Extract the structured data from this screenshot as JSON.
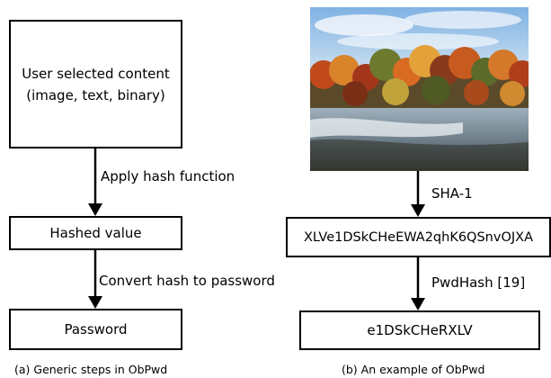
{
  "left": {
    "content_box": [
      "User selected content",
      "(image, text, binary)"
    ],
    "step1_label": "Apply hash function",
    "hashed_box": "Hashed value",
    "step2_label": "Convert hash to password",
    "password_box": "Password",
    "caption": "(a) Generic steps in ObPwd"
  },
  "right": {
    "photo_icon": "landscape-photo-autumn-river",
    "step1_label": "SHA-1",
    "hash_box": "XLVe1DSkCHeEWA2qhK6QSnvOJXA",
    "step2_label": "PwdHash [19]",
    "password_box": "e1DSkCHeRXLV",
    "caption": "(b) An example of ObPwd"
  }
}
